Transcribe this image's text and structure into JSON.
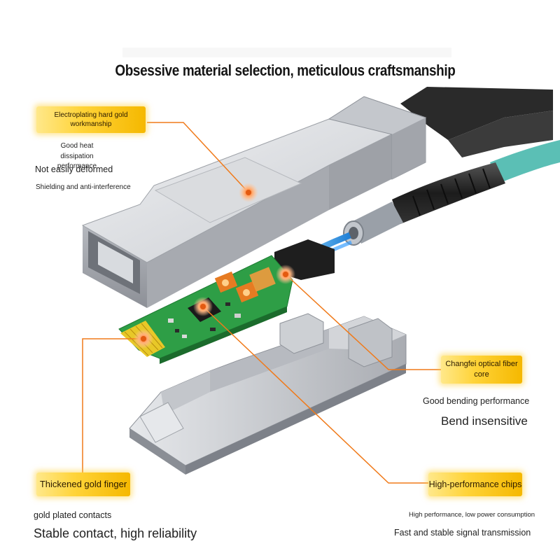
{
  "title": "Obsessive material selection, meticulous craftsmanship",
  "callouts": {
    "shell": {
      "label_line1": "Electroplating hard gold",
      "label_line2": "workmanship",
      "feature1_line1": "Good heat dissipation",
      "feature1_line2": "performance",
      "feature2": "Not easily deformed",
      "feature3": "Shielding and anti-interference"
    },
    "fiber": {
      "label_line1": "Changfei optical fiber",
      "label_line2": "core",
      "feature1": "Good bending performance",
      "feature2": "Bend insensitive"
    },
    "gold_finger": {
      "label": "Thickened gold finger",
      "feature1": "gold plated contacts",
      "feature2": "Stable contact, high reliability"
    },
    "chips": {
      "label": "High-performance chips",
      "feature1": "High performance, low power consumption",
      "feature2": "Fast and stable signal transmission"
    }
  },
  "colors": {
    "label_gold": "#ffd43a",
    "leader_orange": "#f07a1a",
    "fiber_teal": "#5bbfb5",
    "pcb_green": "#2e9e46",
    "shell_silver": "#c9ccd1"
  }
}
